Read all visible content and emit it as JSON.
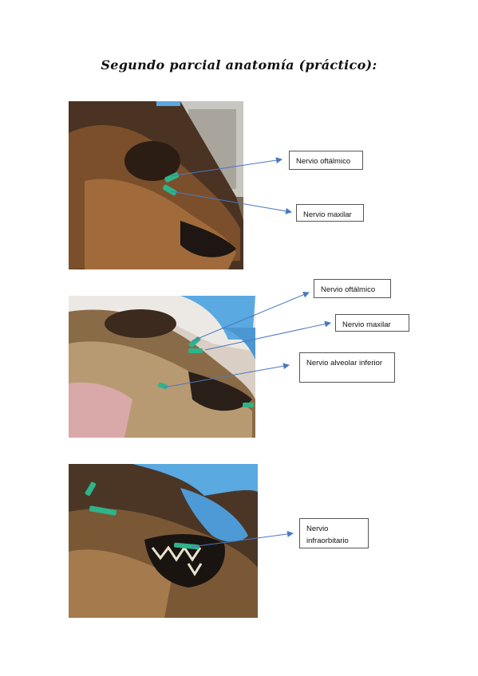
{
  "document": {
    "title": "Segundo parcial anatomía (práctico):"
  },
  "figures": [
    {
      "id": "photo-1",
      "labels": [
        {
          "text": "Nervio oftálmico"
        },
        {
          "text": "Nervio maxilar"
        }
      ]
    },
    {
      "id": "photo-2",
      "labels": [
        {
          "text": "Nervio oftálmico"
        },
        {
          "text": "Nervio maxilar"
        },
        {
          "text": "Nervio alveolar inferior"
        }
      ]
    },
    {
      "id": "photo-3",
      "labels": [
        {
          "text": "Nervio infraorbitario"
        }
      ]
    }
  ],
  "colors": {
    "arrow": "#4a78c2",
    "needle": "#2fb38a",
    "glove": "#5aa9e0"
  }
}
